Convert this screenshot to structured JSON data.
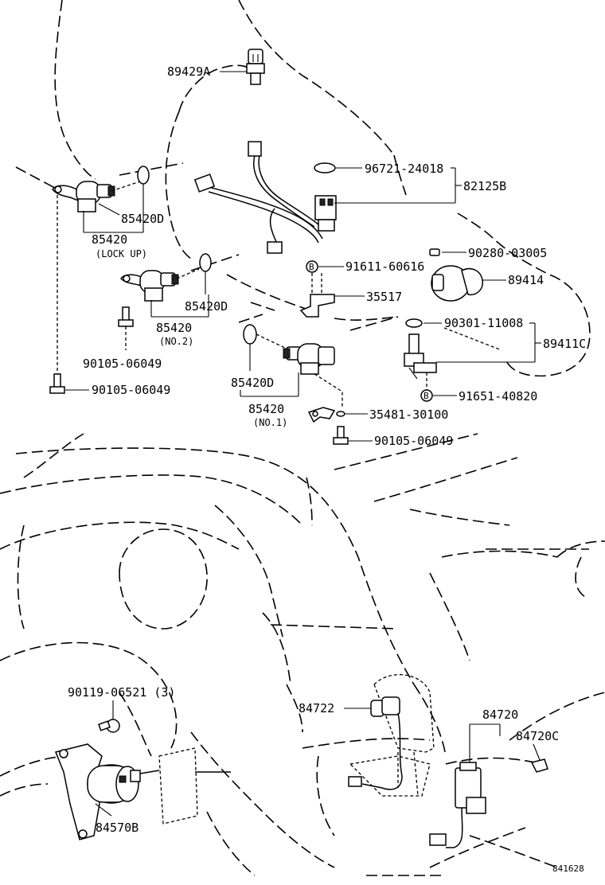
{
  "labels": {
    "p89429A": "89429A",
    "p96721": "96721-24018",
    "p82125B": "82125B",
    "p85420D_a": "85420D",
    "p85420_a": "85420",
    "lockup": "(LOCK UP)",
    "p90280": "90280-03005",
    "p91611": "91611-60616",
    "p89414": "89414",
    "p85420D_b": "85420D",
    "p85420_b": "85420",
    "no2": "(NO.2)",
    "p35517": "35517",
    "p90301": "90301-11008",
    "p89411C": "89411C",
    "p90105_a": "90105-06049",
    "p90105_b": "90105-06049",
    "p85420D_c": "85420D",
    "p91651": "91651-40820",
    "p85420_c": "85420",
    "no1": "(NO.1)",
    "p35481": "35481-30100",
    "p90105_c": "90105-06049",
    "p90119": "90119-06521 (3)",
    "p84722": "84722",
    "p84720": "84720",
    "p84720C": "84720C",
    "p84570B": "84570B",
    "b1": "B",
    "b2": "B",
    "figure_ref": "841628"
  }
}
